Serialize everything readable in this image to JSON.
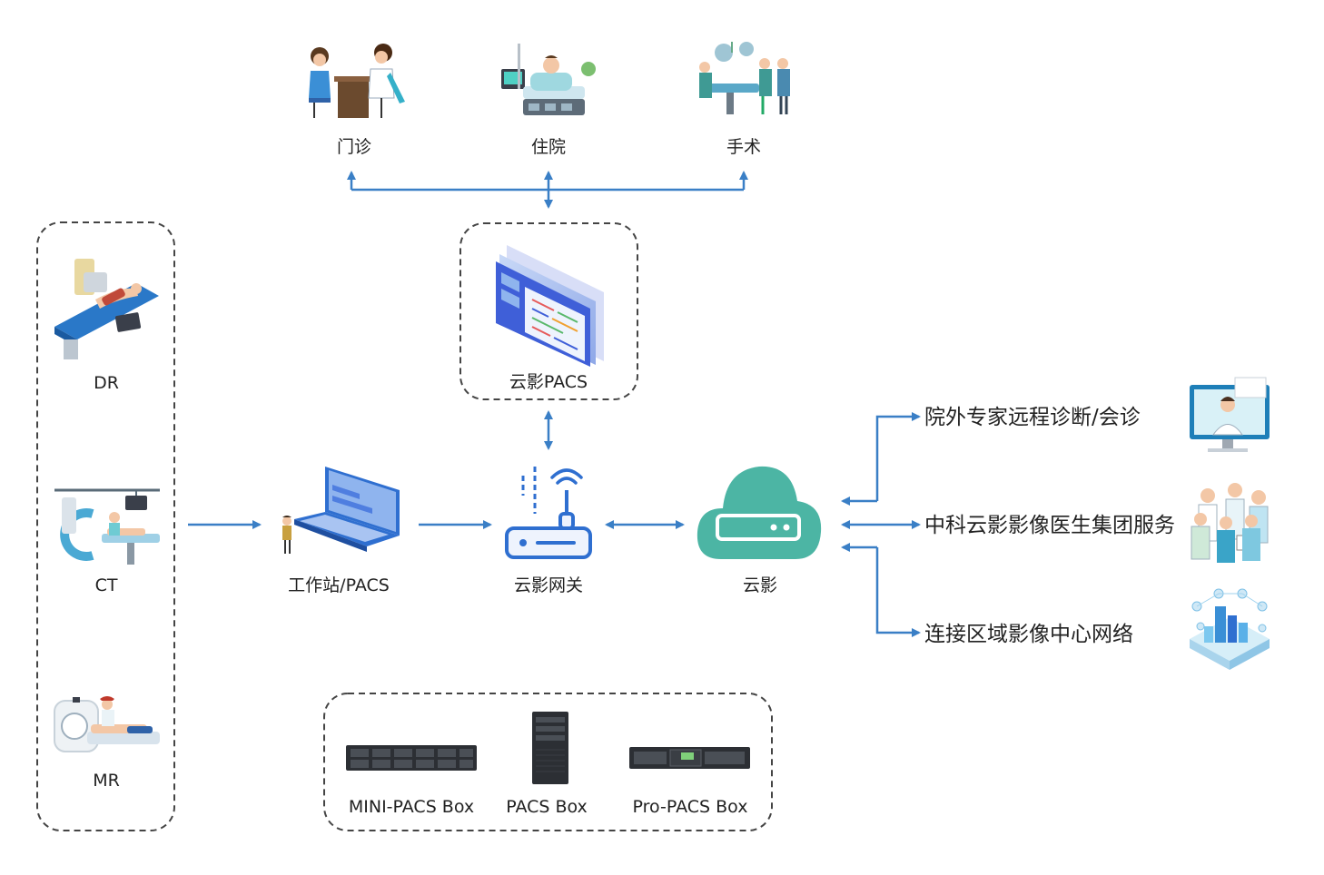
{
  "colors": {
    "arrow": "#3a7fc6",
    "dash": "#444444",
    "cloud": "#4cb5a4",
    "device_blue": "#2f6fd0",
    "device_light": "#8fb4ee",
    "skin": "#f3c7a6"
  },
  "top_scenes": [
    {
      "label": "门诊",
      "icon": "outpatient-scene-icon"
    },
    {
      "label": "住院",
      "icon": "inpatient-scene-icon"
    },
    {
      "label": "手术",
      "icon": "surgery-scene-icon"
    }
  ],
  "modalities": [
    {
      "label": "DR",
      "icon": "dr-machine-icon"
    },
    {
      "label": "CT",
      "icon": "ct-machine-icon"
    },
    {
      "label": "MR",
      "icon": "mr-machine-icon"
    }
  ],
  "cloud_pacs": {
    "label": "云影PACS",
    "icon": "cloud-pacs-screen-icon"
  },
  "workstation": {
    "label": "工作站/PACS",
    "icon": "laptop-icon"
  },
  "gateway": {
    "label": "云影网关",
    "icon": "router-icon"
  },
  "cloud": {
    "label": "云影",
    "icon": "cloud-icon"
  },
  "services": [
    {
      "label": "院外专家远程诊断/会诊",
      "icon": "remote-doctor-icon"
    },
    {
      "label": "中科云影影像医生集团服务",
      "icon": "doctor-group-icon"
    },
    {
      "label": "连接区域影像中心网络",
      "icon": "regional-network-icon"
    }
  ],
  "boxes": [
    {
      "label": "MINI-PACS Box",
      "icon": "rack-server-icon"
    },
    {
      "label": "PACS Box",
      "icon": "tower-server-icon"
    },
    {
      "label": "Pro-PACS Box",
      "icon": "pro-server-icon"
    }
  ]
}
